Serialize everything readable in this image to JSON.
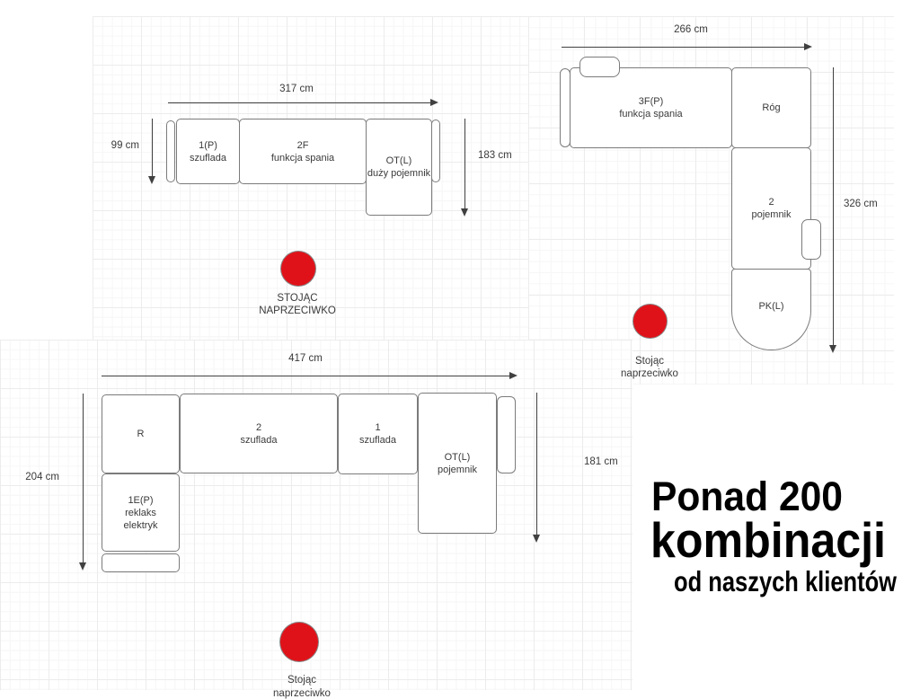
{
  "colors": {
    "marker_red": "#e01219",
    "box_border": "#7b7b7b",
    "diagram_text": "#3a3a3a",
    "arrow": "#404040",
    "headline_text": "#000000"
  },
  "diagrams": {
    "top_left": {
      "dim_width": "317 cm",
      "dim_depth": "99 cm",
      "dim_height": "183 cm",
      "modules": [
        {
          "code": "1(P)",
          "desc": "szuflada"
        },
        {
          "code": "2F",
          "desc": "funkcja spania"
        },
        {
          "code": "OT(L)",
          "desc": "duży pojemnik"
        }
      ],
      "viewpoint": {
        "line1": "STOJĄC",
        "line2": "NAPRZECIWKO"
      }
    },
    "top_right": {
      "dim_width": "266 cm",
      "dim_height": "326 cm",
      "modules": [
        {
          "code": "3F(P)",
          "desc": "funkcja spania"
        },
        {
          "code": "Róg"
        },
        {
          "code": "2",
          "desc": "pojemnik"
        },
        {
          "code": "PK(L)"
        }
      ],
      "viewpoint": {
        "line1": "Stojąc",
        "line2": "naprzeciwko"
      }
    },
    "bottom_left": {
      "dim_width": "417 cm",
      "dim_left": "204 cm",
      "dim_right": "181 cm",
      "modules": [
        {
          "code": "R"
        },
        {
          "code": "2",
          "desc": "szuflada"
        },
        {
          "code": "1",
          "desc": "szuflada"
        },
        {
          "code": "OT(L)",
          "desc": "pojemnik"
        },
        {
          "code": "1E(P)",
          "desc": "reklaks",
          "desc2": "elektryk"
        }
      ],
      "viewpoint": {
        "line1": "Stojąc",
        "line2": "naprzeciwko"
      }
    }
  },
  "headline": {
    "line1": "Ponad 200",
    "line2": "kombinacji",
    "line3": "od naszych klientów"
  }
}
